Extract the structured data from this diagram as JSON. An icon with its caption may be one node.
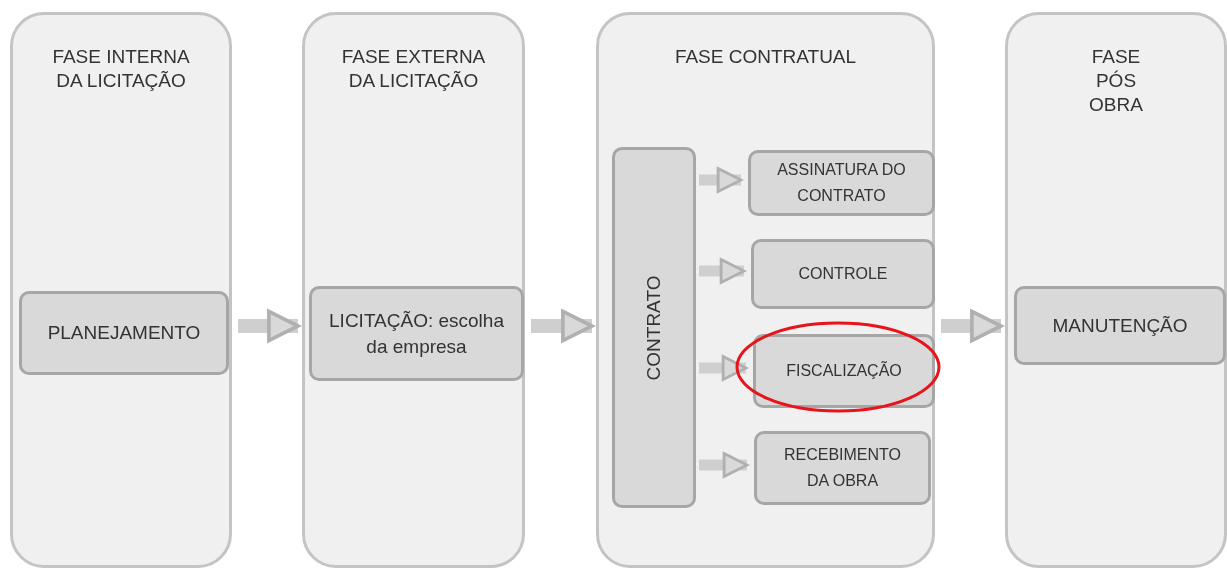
{
  "diagram": {
    "nodes": [
      {
        "text": [
          "FASE INTERNA DA LICITAÇÃO"
        ]
      },
      {
        "text": [
          "PLANEJAMENTO"
        ],
        "in": 0
      },
      {
        "text": [
          "FASE EXTERNA DA LICITAÇÃO"
        ]
      },
      {
        "text": [
          "LICITAÇÃO: escolha da empresa"
        ],
        "in": 2
      },
      {
        "text": [
          "FASE CONTRATUAL"
        ]
      },
      {
        "text": [
          "CONTRATO"
        ],
        "in": 4
      },
      {
        "text": [
          "ASSINATURA DO CONTRATO"
        ],
        "in": 4
      },
      {
        "text": [
          "CONTROLE"
        ],
        "in": 4
      },
      {
        "text": [
          "FISCALIZAÇÃO"
        ],
        "in": 4
      },
      {
        "text": [
          "RECEBIMENTO DA OBRA"
        ],
        "in": 4
      },
      {
        "text": [
          "FASE PÓS OBRA"
        ]
      },
      {
        "text": [
          "MANUTENÇÃO"
        ],
        "in": 10
      }
    ],
    "edges": [
      {
        "from": 0,
        "to": 2,
        "arrow": "to"
      },
      {
        "from": 2,
        "to": 4,
        "arrow": "to"
      },
      {
        "from": 4,
        "to": 10,
        "arrow": "to"
      },
      {
        "from": 5,
        "to": 6,
        "arrow": "to"
      },
      {
        "from": 5,
        "to": 7,
        "arrow": "to"
      },
      {
        "from": 5,
        "to": 8,
        "arrow": "to"
      },
      {
        "from": 5,
        "to": 9,
        "arrow": "to"
      }
    ]
  }
}
